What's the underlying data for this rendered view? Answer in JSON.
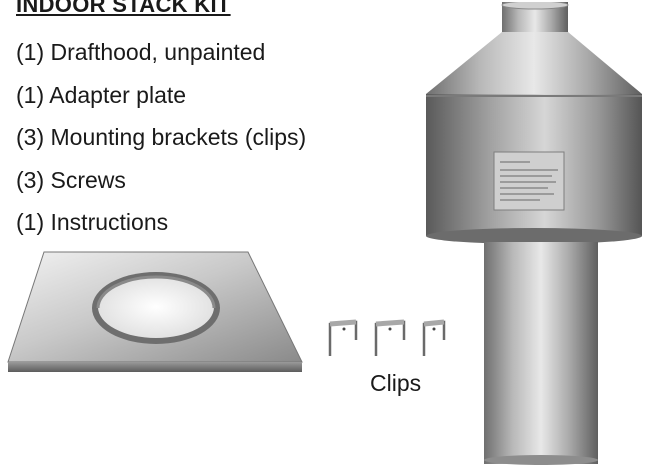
{
  "heading": "INDOOR STACK KIT",
  "kit_items": [
    "(1) Drafthood, unpainted",
    "(1) Adapter plate",
    "(3) Mounting brackets (clips)",
    "(3) Screws",
    "(1) Instructions"
  ],
  "clips_label": "Clips"
}
